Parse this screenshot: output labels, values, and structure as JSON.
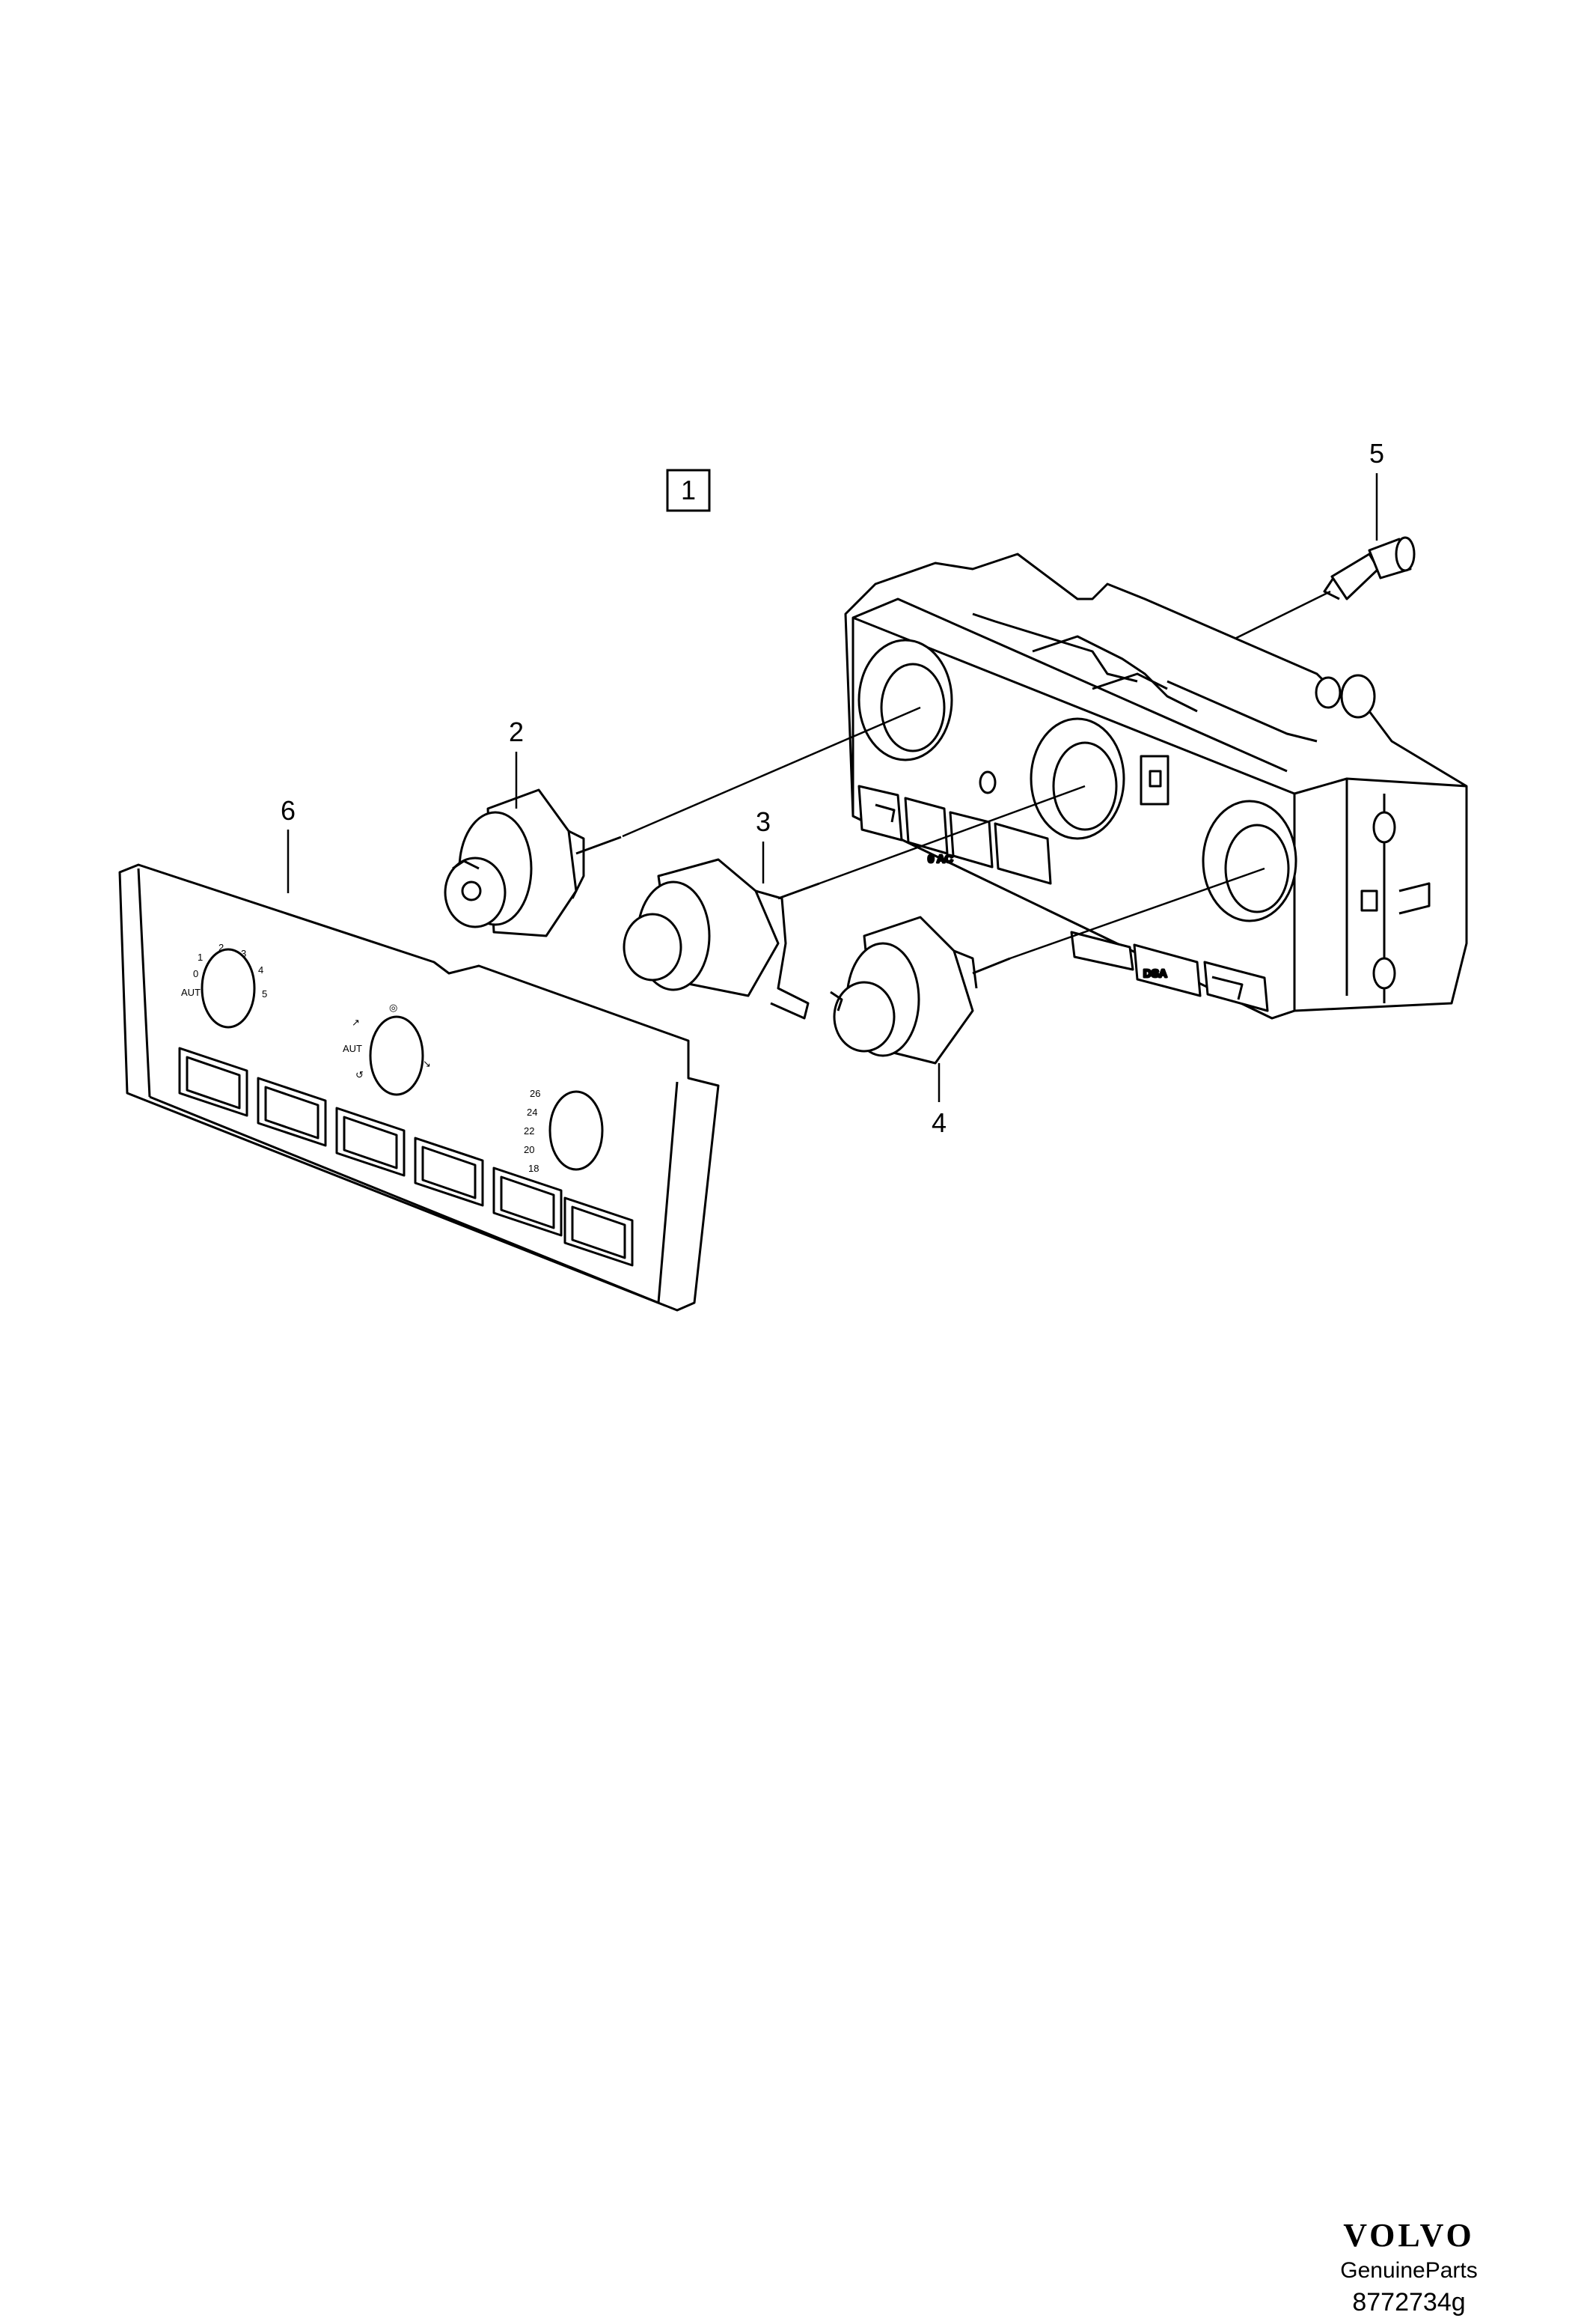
{
  "callouts": {
    "c1": "1",
    "c2": "2",
    "c3": "3",
    "c4": "4",
    "c5": "5",
    "c6": "6"
  },
  "panel": {
    "fan_scale": [
      "AUT",
      "0",
      "1",
      "2",
      "3",
      "4",
      "5"
    ],
    "mode_label": "AUT",
    "temp_scale": [
      "26",
      "24",
      "22",
      "20",
      "18"
    ]
  },
  "unit_buttons": {
    "ac_label": "0 AC",
    "dsa_label": "DSA"
  },
  "footer": {
    "brand": "VOLVO",
    "subtitle": "GenuineParts",
    "figure_number": "8772734g"
  }
}
